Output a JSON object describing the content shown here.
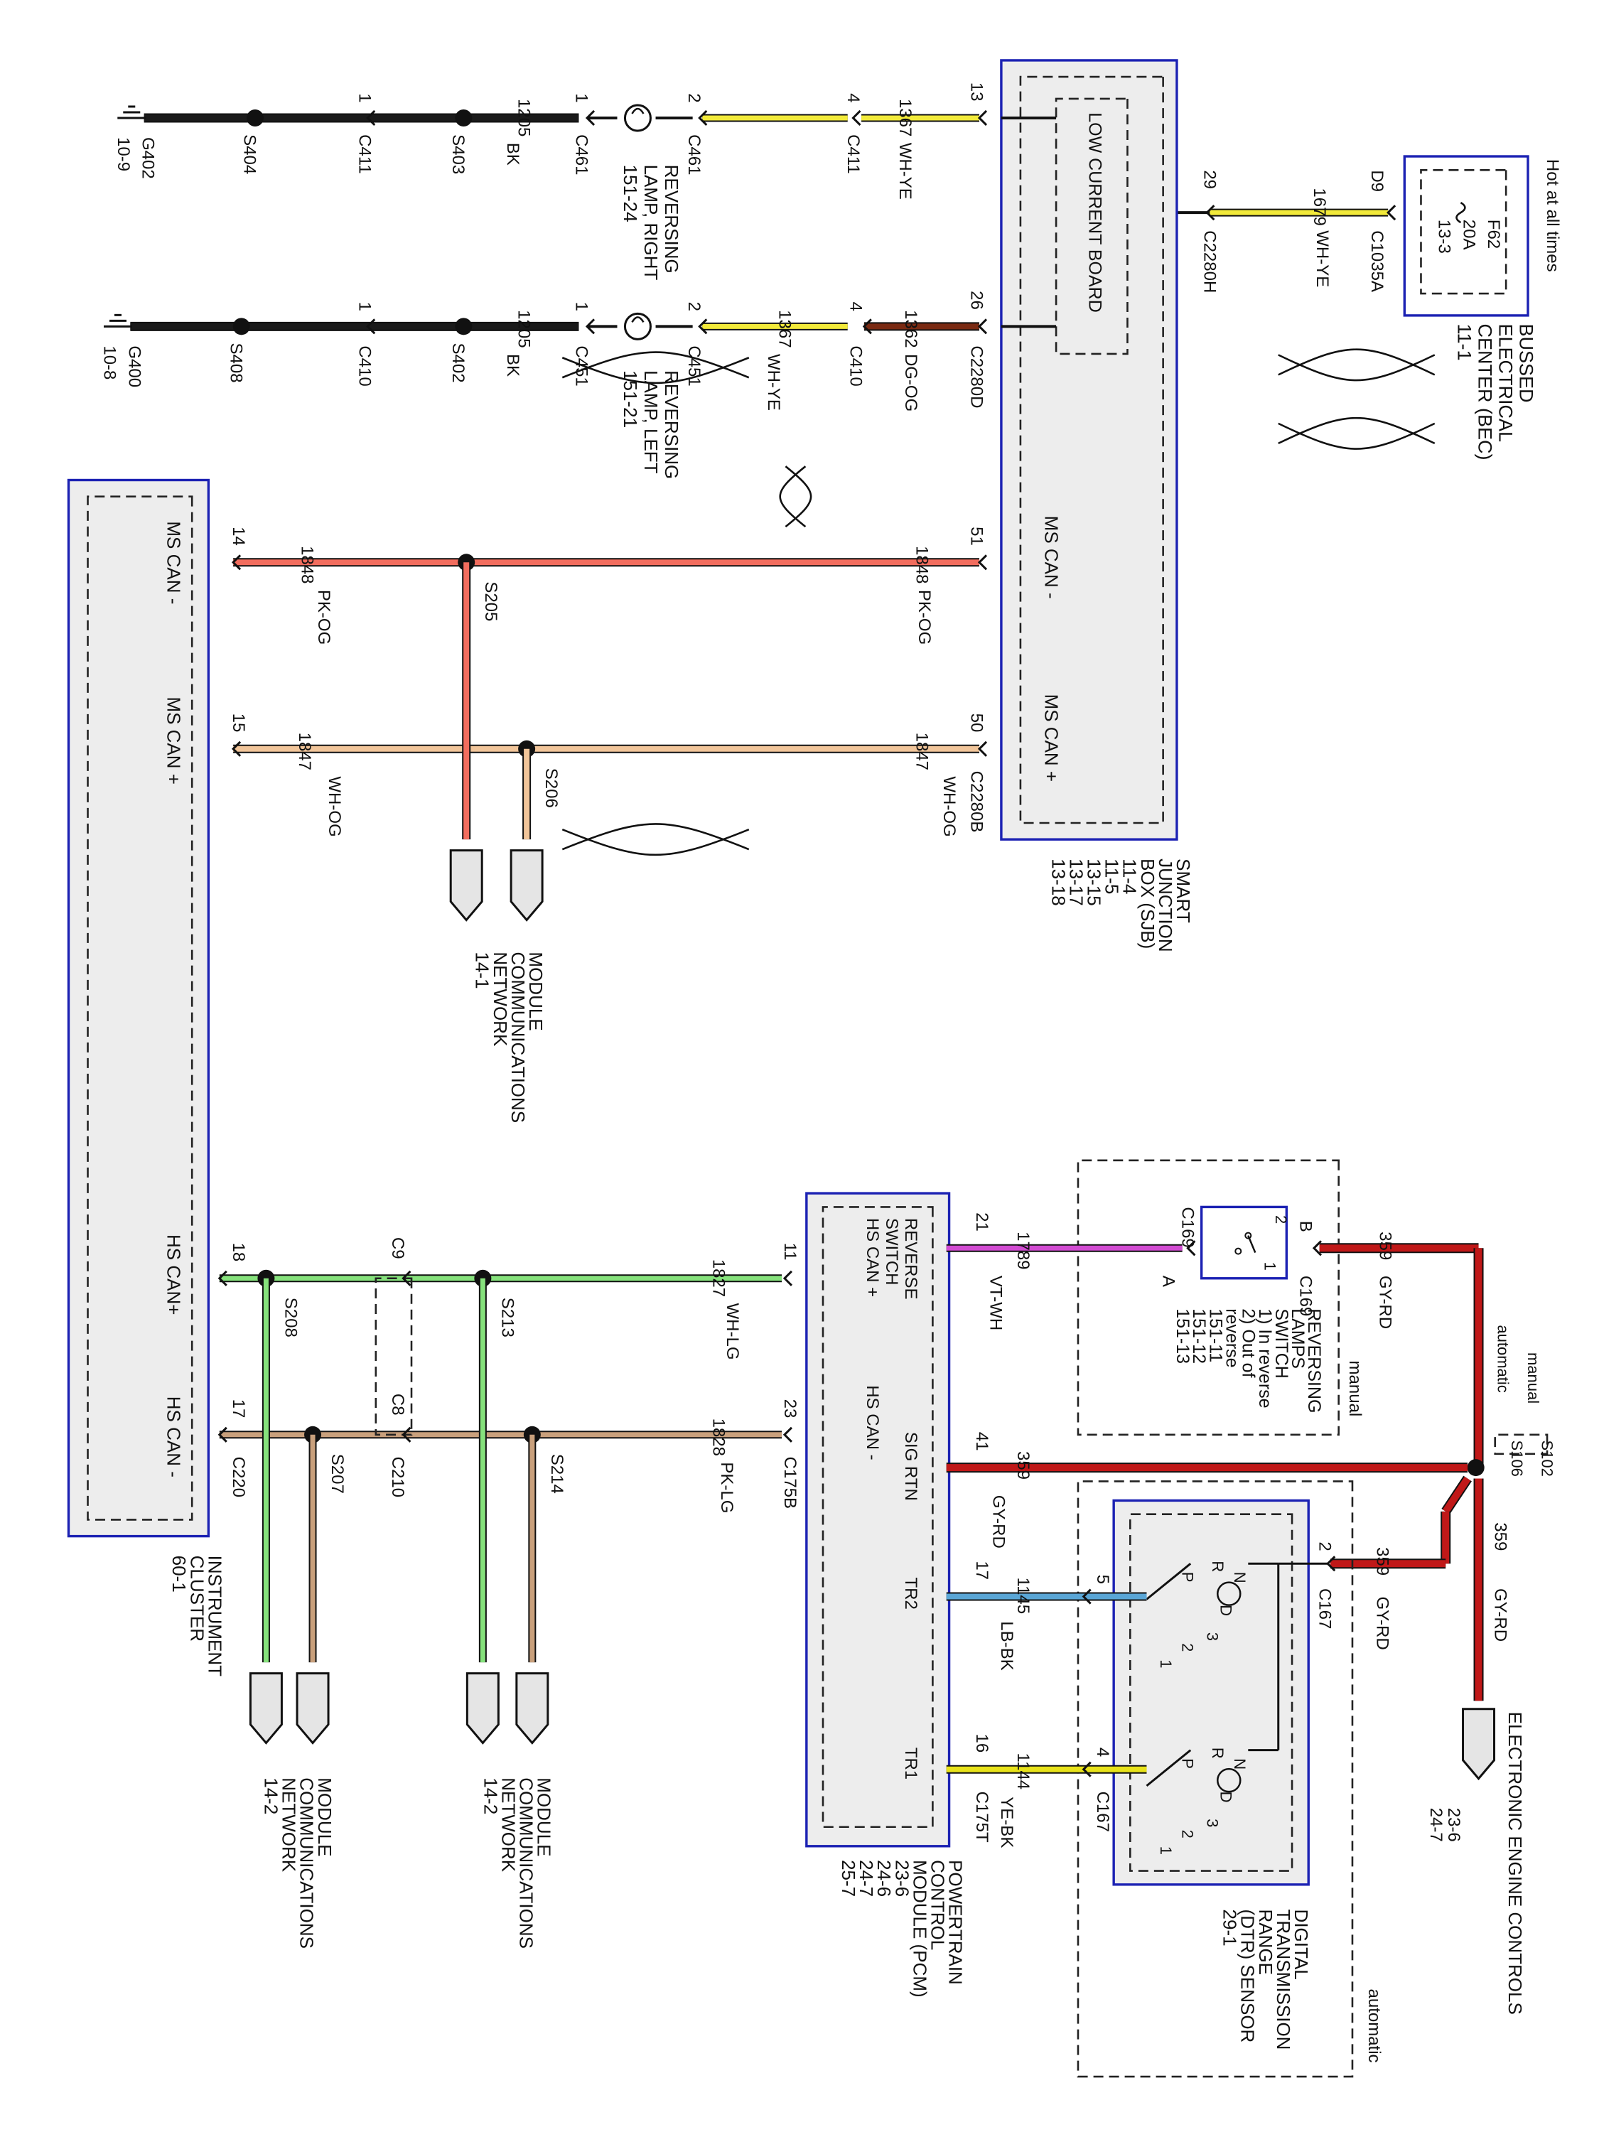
{
  "colors": {
    "BK": "#1a1a1a",
    "WH-YE": "#f2ea3a",
    "DG-OG": "#7a2a12",
    "PK-OG": "#f26d5e",
    "WH-OG": "#f1c59a",
    "WH-LG": "#86e27c",
    "PK-LG": "#c9a07c",
    "VT-WH": "#d24bd2",
    "GY-RD": "#c01818",
    "LB-BK": "#5aa6d6",
    "YE-BK": "#e8e21a",
    "box": "#1c22b3",
    "module": "#ededed"
  },
  "modules": {
    "bec": {
      "lines": [
        "BUSSED",
        "ELECTRICAL",
        "CENTER (BEC)",
        "11-1"
      ],
      "fuse": [
        "F62",
        "20A",
        "13-3"
      ],
      "hot": "Hot at all times"
    },
    "sjb": {
      "lines": [
        "SMART",
        "JUNCTION",
        "BOX (SJB)",
        "11-4",
        "11-5",
        "13-15",
        "13-17",
        "13-18"
      ],
      "lcb": "LOW CURRENT BOARD",
      "ms_can_minus": "MS CAN -",
      "ms_can_plus": "MS CAN +"
    },
    "ic": {
      "lines": [
        "INSTRUMENT",
        "CLUSTER",
        "60-1"
      ],
      "ms_can_minus": "MS CAN -",
      "ms_can_plus": "MS CAN +",
      "hs_can_plus": "HS CAN+",
      "hs_can_minus": "HS CAN -"
    },
    "pcm": {
      "lines": [
        "POWERTRAIN",
        "CONTROL",
        "MODULE (PCM)",
        "23-6",
        "24-6",
        "24-7",
        "25-7"
      ],
      "pins": [
        "REVERSE",
        "SWITCH",
        "HS CAN +",
        "HS CAN -",
        "SIG RTN",
        "TR2",
        "TR1"
      ]
    },
    "dtr": {
      "lines": [
        "DIGITAL",
        "TRANSMISSION",
        "RANGE",
        "(DTR) SENSOR",
        "29-1"
      ],
      "gears": [
        "P",
        "R",
        "N",
        "D",
        "3",
        "2",
        "1"
      ]
    },
    "rls": {
      "lines": [
        "REVERSING",
        "LAMPS",
        "SWITCH",
        "1) In reverse",
        "2) Out of",
        "reverse",
        "151-11",
        "151-12",
        "151-13"
      ]
    },
    "eec": {
      "lines": [
        "ELECTRONIC ENGINE CONTROLS",
        "23-6",
        "24-7"
      ]
    },
    "mcn1": {
      "lines": [
        "MODULE",
        "COMMUNICATIONS",
        "NETWORK",
        "14-1"
      ]
    },
    "mcn2": {
      "lines": [
        "MODULE",
        "COMMUNICATIONS",
        "NETWORK",
        "14-2"
      ]
    },
    "mcn3": {
      "lines": [
        "MODULE",
        "COMMUNICATIONS",
        "NETWORK",
        "14-2"
      ]
    },
    "lampR": {
      "lines": [
        "REVERSING",
        "LAMP, RIGHT",
        "151-24"
      ]
    },
    "lampL": {
      "lines": [
        "REVERSING",
        "LAMP, LEFT",
        "151-21"
      ]
    }
  },
  "labels": {
    "manual": "manual",
    "automatic": "automatic",
    "g402": "G402",
    "g402r": "10-9",
    "g400": "G400",
    "g400r": "10-8",
    "s404": "S404",
    "s403": "S403",
    "s408": "S408",
    "s402": "S402",
    "s205": "S205",
    "s206": "S206",
    "s208": "S208",
    "s207": "S207",
    "s213": "S213",
    "s214": "S214",
    "s102": "S102",
    "s106": "S106",
    "c411": "C411",
    "c461": "C461",
    "c410": "C410",
    "c451": "C451",
    "c2280h": "C2280H",
    "c2280d": "C2280D",
    "c2280b": "C2280B",
    "c1035a": "C1035A",
    "c169": "C169",
    "c175b": "C175B",
    "c175t": "C175T",
    "c167": "C167",
    "c9": "C9",
    "c8": "C8",
    "c210": "C210",
    "c220": "C220",
    "p1": "1",
    "p2": "2",
    "p4": "4",
    "p13": "13",
    "p26": "26",
    "p29": "29",
    "d9": "D9",
    "p51": "51",
    "p50": "50",
    "p14": "14",
    "p15": "15",
    "p18": "18",
    "p17": "17",
    "p11": "11",
    "p23": "23",
    "p21": "21",
    "p41": "41",
    "p16": "16",
    "p5": "5",
    "pinA": "A",
    "pinB": "B",
    "c1205": "1205",
    "cBK": "BK",
    "c1367": "1367",
    "cWHYE": "WH-YE",
    "c1362": "1362",
    "cDGOG": "DG-OG",
    "c1679": "1679",
    "c1848": "1848",
    "cPKOG": "PK-OG",
    "c1847": "1847",
    "cWHOG": "WH-OG",
    "c1827": "1827",
    "cWHLG": "WH-LG",
    "c1828": "1828",
    "cPKLG": "PK-LG",
    "c1789": "1789",
    "cVTWH": "VT-WH",
    "c359": "359",
    "cGYRD": "GY-RD",
    "c1145": "1145",
    "cLBBK": "LB-BK",
    "c1144": "1144",
    "cYEBK": "YE-BK"
  }
}
